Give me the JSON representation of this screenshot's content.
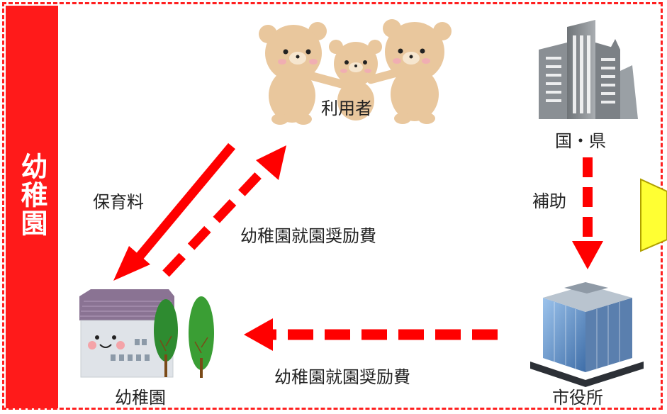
{
  "sidebar": {
    "title": "幼稚園"
  },
  "nodes": {
    "users_label": "利用者",
    "country_label": "国・県",
    "kindergarten_label": "幼稚園",
    "city_label": "市役所"
  },
  "arrows": {
    "fee_label": "保育料",
    "subsidy_upper_label": "幼稚園就園奨励費",
    "aid_label": "補助",
    "subsidy_lower_label": "幼稚園就園奨励費"
  },
  "colors": {
    "accent_red": "#ff1a1a",
    "arrow_red": "#ff0000",
    "callout_yellow": "#ffff33"
  }
}
